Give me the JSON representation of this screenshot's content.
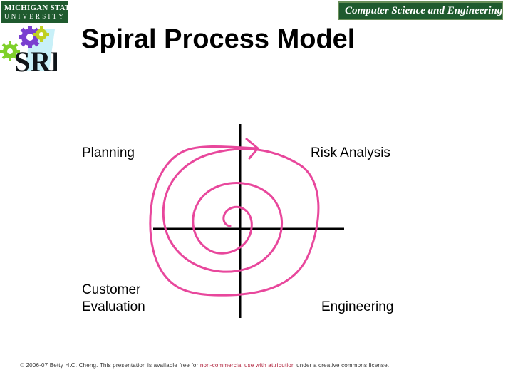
{
  "header": {
    "msu_line1": "MICHIGAN STATE",
    "msu_line2": "UNIVERSITY",
    "cse_banner": "Computer Science and Engineering",
    "sre_logo_text": "SRE"
  },
  "slide": {
    "title": "Spiral Process Model"
  },
  "quadrants": {
    "top_left": "Planning",
    "top_right": "Risk Analysis",
    "bottom_left_line1": "Customer",
    "bottom_left_line2": "Evaluation",
    "bottom_right": "Engineering"
  },
  "footer": {
    "prefix": "© 2006-07 Betty H.C. Cheng. This presentation is available free for ",
    "highlight": "non-commercial use with attribution",
    "suffix": " under a creative commons license."
  },
  "colors": {
    "spiral": "#e8479c",
    "axes": "#000000",
    "msu_green": "#1f5a2e"
  }
}
